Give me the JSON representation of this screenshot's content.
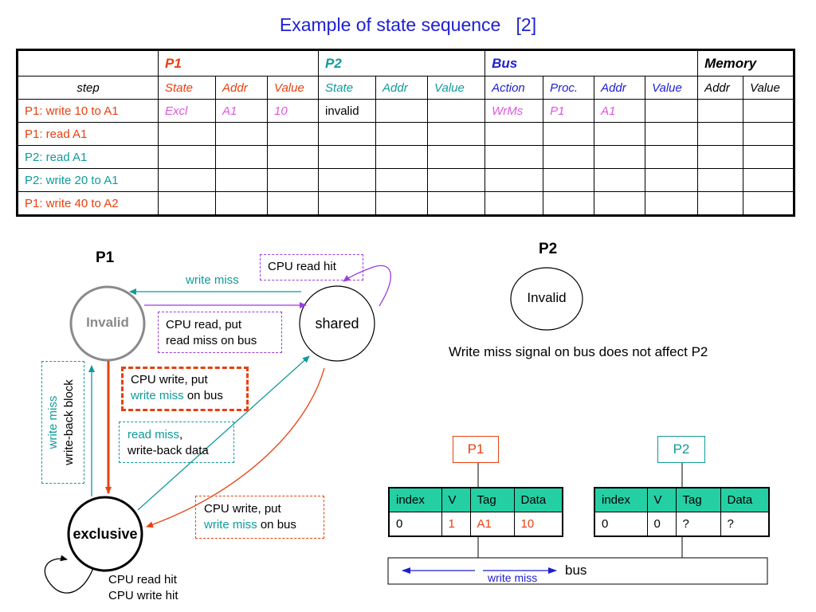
{
  "title": "Example of state sequence   [2]",
  "table": {
    "groups": [
      "P1",
      "P2",
      "Bus",
      "Memory"
    ],
    "subheaders": [
      "step",
      "State",
      "Addr",
      "Value",
      "State",
      "Addr",
      "Value",
      "Action",
      "Proc.",
      "Addr",
      "Value",
      "Addr",
      "Value"
    ],
    "rows": [
      {
        "step": "P1: write 10 to A1",
        "cells": [
          "Excl",
          "A1",
          "10",
          "invalid",
          "",
          "",
          "WrMs",
          "P1",
          "A1",
          "",
          "",
          ""
        ]
      },
      {
        "step": "P1: read A1",
        "cells": [
          "",
          "",
          "",
          "",
          "",
          "",
          "",
          "",
          "",
          "",
          "",
          ""
        ]
      },
      {
        "step": "P2: read A1",
        "cells": [
          "",
          "",
          "",
          "",
          "",
          "",
          "",
          "",
          "",
          "",
          "",
          ""
        ]
      },
      {
        "step": "P2: write 20 to A1",
        "cells": [
          "",
          "",
          "",
          "",
          "",
          "",
          "",
          "",
          "",
          "",
          "",
          ""
        ]
      },
      {
        "step": "P1: write 40 to A2",
        "cells": [
          "",
          "",
          "",
          "",
          "",
          "",
          "",
          "",
          "",
          "",
          "",
          ""
        ]
      }
    ]
  },
  "p1_diagram": {
    "title": "P1",
    "states": {
      "invalid": "Invalid",
      "shared": "shared",
      "exclusive": "exclusive"
    },
    "cpu_read_hit_shared": "CPU read hit",
    "write_miss_top": "write miss",
    "cpu_read_box": [
      "CPU read, put",
      "read miss on bus"
    ],
    "cpu_write_box": {
      "line1": "CPU write, put",
      "highlight": "write miss",
      "rest": " on bus"
    },
    "read_miss_box": {
      "highlight": "read miss",
      "rest1": ",",
      "line2": "write-back data"
    },
    "cpu_write_box2": {
      "line1": "CPU write, put",
      "highlight": "write miss",
      "rest": " on bus"
    },
    "vertical_box": {
      "line1": "write miss",
      "line2": "write-back block"
    },
    "exclusive_hits": [
      "CPU read hit",
      "CPU write hit"
    ]
  },
  "p2_diagram": {
    "title": "P2",
    "state": "Invalid",
    "note": "Write miss signal on bus does not affect P2"
  },
  "caches": {
    "p1": {
      "label": "P1",
      "headers": [
        "index",
        "V",
        "Tag",
        "Data"
      ],
      "row": [
        "0",
        "1",
        "A1",
        "10"
      ]
    },
    "p2": {
      "label": "P2",
      "headers": [
        "index",
        "V",
        "Tag",
        "Data"
      ],
      "row": [
        "0",
        "0",
        "?",
        "?"
      ]
    }
  },
  "bus": {
    "label": "bus",
    "signal": "write miss"
  },
  "colors": {
    "title": "#1f1fd1",
    "p1": "#e8400e",
    "p2": "#119a9a",
    "bus": "#1e1ed0",
    "highlight": "#e055e0",
    "cache_header": "#25cfa4",
    "purple": "#9b3de0"
  }
}
